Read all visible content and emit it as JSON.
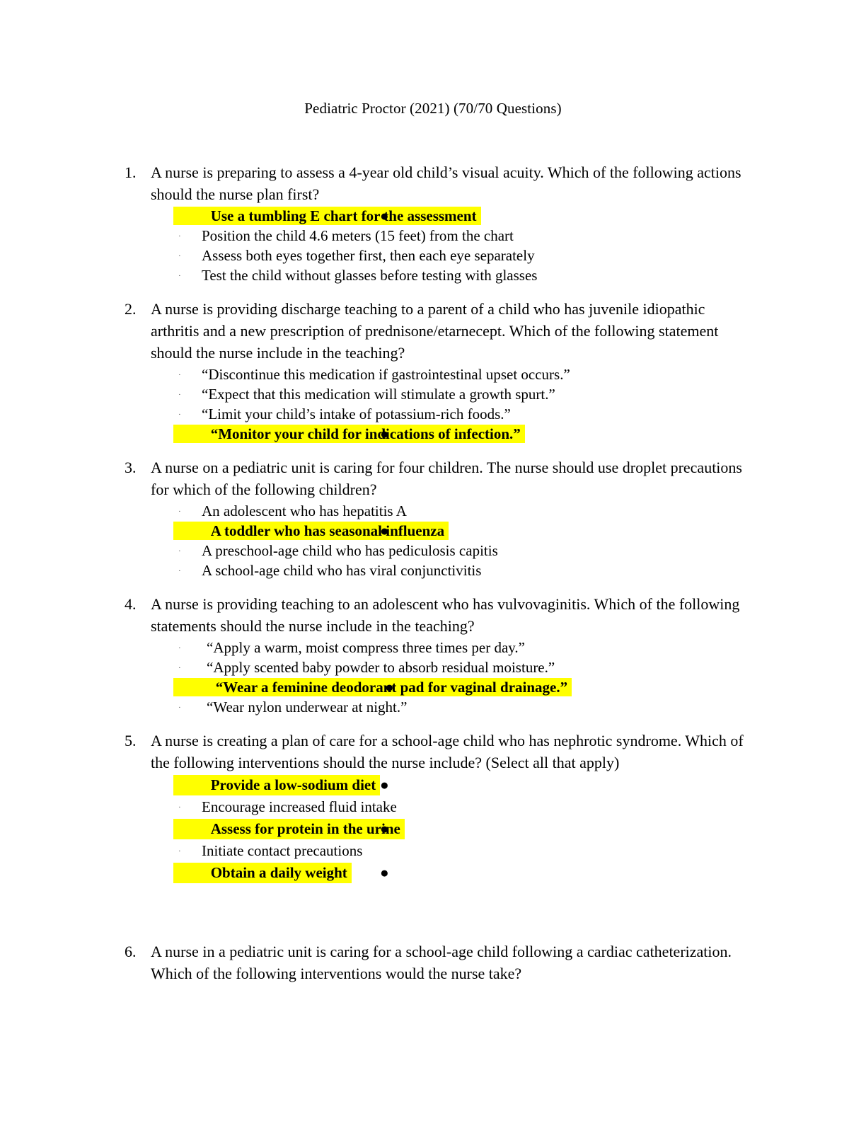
{
  "document": {
    "title": "Pediatric Proctor (2021) (70/70 Questions)",
    "highlight_color": "#ffff00",
    "page_background": "#ffffff",
    "text_color": "#000000",
    "bullet_glyph_answer": "●",
    "bullet_glyph_plain": "·"
  },
  "questions": [
    {
      "number": "1.",
      "text": "A nurse is preparing to assess a 4-year old child’s visual acuity. Which of the following actions should the nurse plan first?",
      "quoted_options": false,
      "wide_spacing": false,
      "options": [
        {
          "text": "Use a tumbling E chart for the assessment",
          "answer": true
        },
        {
          "text": "Position the child 4.6 meters (15 feet) from the chart",
          "answer": false
        },
        {
          "text": "Assess both eyes together first, then each eye separately",
          "answer": false
        },
        {
          "text": "Test the child without glasses before testing with glasses",
          "answer": false
        }
      ]
    },
    {
      "number": "2.",
      "text": "A nurse is providing discharge teaching to a parent of a child who has juvenile idiopathic arthritis and a new prescription of prednisone/etarnecept. Which of the following statement should the nurse include in the teaching?",
      "quoted_options": false,
      "wide_spacing": false,
      "options": [
        {
          "text": "“Discontinue this medication if gastrointestinal upset occurs.”",
          "answer": false
        },
        {
          "text": "“Expect that this medication will stimulate a growth spurt.”",
          "answer": false
        },
        {
          "text": "“Limit your child’s intake of potassium-rich foods.”",
          "answer": false
        },
        {
          "text": "“Monitor your child for indications of infection.”",
          "answer": true
        }
      ]
    },
    {
      "number": "3.",
      "text": "A nurse on a pediatric unit is caring for four children. The nurse should use droplet precautions for which of the following children?",
      "quoted_options": false,
      "wide_spacing": false,
      "options": [
        {
          "text": "An adolescent who has hepatitis A",
          "answer": false
        },
        {
          "text": "A toddler who has seasonal influenza",
          "answer": true
        },
        {
          "text": "A preschool-age child who has pediculosis capitis",
          "answer": false
        },
        {
          "text": "A school-age child who has viral conjunctivitis",
          "answer": false
        }
      ]
    },
    {
      "number": "4.",
      "text": "A nurse is providing teaching to an adolescent who has vulvovaginitis. Which of the following statements should the nurse include in the teaching?",
      "quoted_options": true,
      "wide_spacing": false,
      "options": [
        {
          "text": "“Apply a warm, moist compress three times per day.”",
          "answer": false
        },
        {
          "text": "“Apply scented baby powder to absorb residual moisture.”",
          "answer": false
        },
        {
          "text": "“Wear a feminine deodorant pad for vaginal drainage.”",
          "answer": true
        },
        {
          "text": "“Wear nylon underwear at night.”",
          "answer": false
        }
      ]
    },
    {
      "number": "5.",
      "text": "A nurse is creating a plan of care for a school-age child who has nephrotic syndrome. Which of the following interventions should the nurse include? (Select all that apply)",
      "quoted_options": false,
      "wide_spacing": true,
      "options": [
        {
          "text": "Provide a low-sodium diet",
          "answer": true
        },
        {
          "text": "Encourage increased fluid intake",
          "answer": false
        },
        {
          "text": "Assess for protein in the urine",
          "answer": true
        },
        {
          "text": "Initiate contact precautions",
          "answer": false
        },
        {
          "text": "Obtain a daily weight",
          "answer": true
        }
      ]
    },
    {
      "number": "6.",
      "text": "A nurse in a pediatric unit is caring for a school-age child following a cardiac catheterization. Which of the following interventions would the nurse take?",
      "quoted_options": false,
      "wide_spacing": false,
      "options": []
    }
  ]
}
